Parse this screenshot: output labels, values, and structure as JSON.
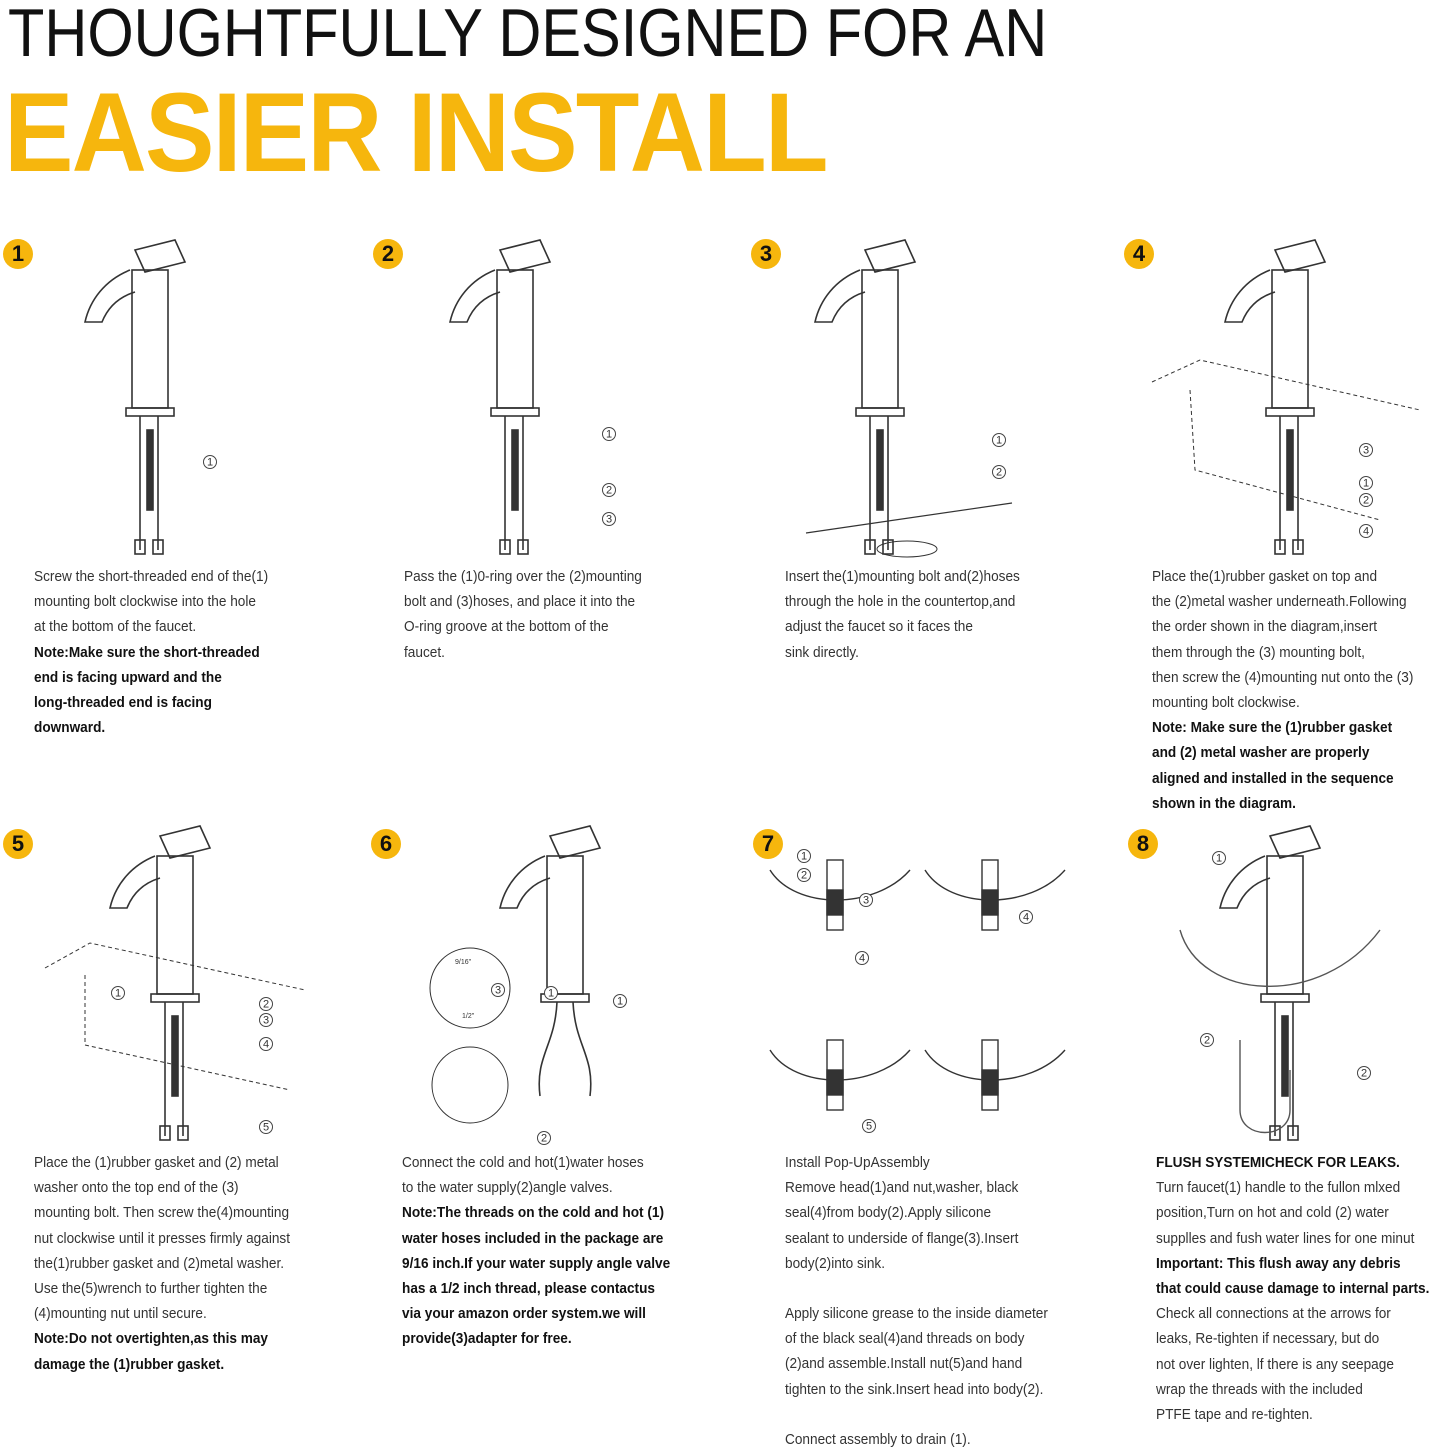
{
  "header": {
    "line1": "THOUGHTFULLY DESIGNED FOR AN",
    "line2": "EASIER INSTALL"
  },
  "colors": {
    "accent": "#f6b60d",
    "text": "#333333",
    "line": "#444444"
  },
  "steps": [
    {
      "number": "1",
      "callouts": [
        "1"
      ],
      "lines": [
        {
          "t": "Screw the short-threaded end of the(1)",
          "b": false
        },
        {
          "t": "mounting bolt clockwise into the hole",
          "b": false
        },
        {
          "t": "at the bottom of the faucet.",
          "b": false
        },
        {
          "t": "Note:Make sure the short-threaded",
          "b": true
        },
        {
          "t": "end is facing upward and the",
          "b": true
        },
        {
          "t": "long-threaded end is facing",
          "b": true
        },
        {
          "t": "downward.",
          "b": true
        }
      ]
    },
    {
      "number": "2",
      "callouts": [
        "1",
        "2",
        "3"
      ],
      "lines": [
        {
          "t": "Pass the (1)0-ring over the (2)mounting",
          "b": false
        },
        {
          "t": "bolt and (3)hoses, and place it into the",
          "b": false
        },
        {
          "t": "O-ring groove at the bottom of the",
          "b": false
        },
        {
          "t": "faucet.",
          "b": false
        }
      ]
    },
    {
      "number": "3",
      "callouts": [
        "1",
        "2"
      ],
      "lines": [
        {
          "t": "Insert the(1)mounting bolt and(2)hoses",
          "b": false
        },
        {
          "t": "through the hole in the countertop,and",
          "b": false
        },
        {
          "t": "adjust the faucet so it faces the",
          "b": false
        },
        {
          "t": "sink directly.",
          "b": false
        }
      ]
    },
    {
      "number": "4",
      "callouts": [
        "3",
        "1",
        "2",
        "4"
      ],
      "lines": [
        {
          "t": "Place the(1)rubber gasket on top and",
          "b": false
        },
        {
          "t": "the (2)metal washer underneath.Following",
          "b": false
        },
        {
          "t": "the order shown in the diagram,insert",
          "b": false
        },
        {
          "t": "them through the (3) mounting bolt,",
          "b": false
        },
        {
          "t": "then screw the (4)mounting nut onto the (3)",
          "b": false
        },
        {
          "t": "mounting bolt clockwise.",
          "b": false
        },
        {
          "t": "Note: Make sure the (1)rubber gasket",
          "b": true
        },
        {
          "t": "and (2) metal washer are properly",
          "b": true
        },
        {
          "t": "aligned and installed in the sequence",
          "b": true
        },
        {
          "t": "shown in the diagram.",
          "b": true
        }
      ]
    },
    {
      "number": "5",
      "callouts": [
        "1",
        "2",
        "3",
        "4",
        "5"
      ],
      "lines": [
        {
          "t": "Place the (1)rubber gasket and (2) metal",
          "b": false
        },
        {
          "t": "washer onto the top end of the (3)",
          "b": false
        },
        {
          "t": "mounting bolt. Then screw the(4)mounting",
          "b": false
        },
        {
          "t": "nut clockwise until it presses firmly against",
          "b": false
        },
        {
          "t": "the(1)rubber gasket and (2)metal washer.",
          "b": false
        },
        {
          "t": "Use the(5)wrench to further tighten the",
          "b": false
        },
        {
          "t": "(4)mounting nut until secure.",
          "b": false
        },
        {
          "t": "Note:Do not overtighten,as this may",
          "b": true
        },
        {
          "t": "damage the (1)rubber gasket.",
          "b": true
        }
      ]
    },
    {
      "number": "6",
      "callouts": [
        "3",
        "1",
        "1",
        "2"
      ],
      "adapter_labels": [
        "9/16\"",
        "1/2\""
      ],
      "lines": [
        {
          "t": "Connect the cold and hot(1)water hoses",
          "b": false
        },
        {
          "t": "to the water supply(2)angle valves.",
          "b": false
        },
        {
          "t": "Note:The threads on the cold and hot (1)",
          "b": true
        },
        {
          "t": "water hoses included in the package are",
          "b": true
        },
        {
          "t": "9/16 inch.If your water supply angle valve",
          "b": true
        },
        {
          "t": "has a 1/2 inch thread, please contactus",
          "b": true
        },
        {
          "t": "via your amazon order system.we will",
          "b": true
        },
        {
          "t": "provide(3)adapter for free.",
          "b": true
        }
      ]
    },
    {
      "number": "7",
      "callouts": [
        "1",
        "2",
        "3",
        "4",
        "4",
        "5"
      ],
      "lines": [
        {
          "t": "Install Pop-UpAssembly",
          "b": false
        },
        {
          "t": "Remove head(1)and nut,washer, black",
          "b": false
        },
        {
          "t": "seal(4)from body(2).Apply silicone",
          "b": false
        },
        {
          "t": "sealant to underside of flange(3).Insert",
          "b": false
        },
        {
          "t": "body(2)into sink.",
          "b": false
        },
        {
          "t": "",
          "b": false
        },
        {
          "t": "Apply silicone grease to the inside diameter",
          "b": false
        },
        {
          "t": "of the black seal(4)and threads on body",
          "b": false
        },
        {
          "t": "(2)and assemble.Install nut(5)and hand",
          "b": false
        },
        {
          "t": "tighten to the sink.Insert head into body(2).",
          "b": false
        },
        {
          "t": "",
          "b": false
        },
        {
          "t": "Connect assembly to drain (1).",
          "b": false
        }
      ]
    },
    {
      "number": "8",
      "callouts": [
        "1",
        "2",
        "2"
      ],
      "lines": [
        {
          "t": "FLUSH SYSTEMICHECK FOR LEAKS.",
          "b": true
        },
        {
          "t": "Turn faucet(1) handle to the fullon mlxed",
          "b": false
        },
        {
          "t": "position,Turn on hot and cold (2) water",
          "b": false
        },
        {
          "t": "supplles and fush water lines for one minut",
          "b": false
        },
        {
          "t": "Important: This flush away any debris",
          "b": true
        },
        {
          "t": "that could cause damage to internal parts.",
          "b": true
        },
        {
          "t": "Check all connections at the arrows for",
          "b": false
        },
        {
          "t": "leaks, Re-tighten if necessary, but do",
          "b": false
        },
        {
          "t": "not over lighten, lf there is any seepage",
          "b": false
        },
        {
          "t": "wrap the threads with the included",
          "b": false
        },
        {
          "t": "PTFE tape and re-tighten.",
          "b": false
        }
      ]
    }
  ]
}
